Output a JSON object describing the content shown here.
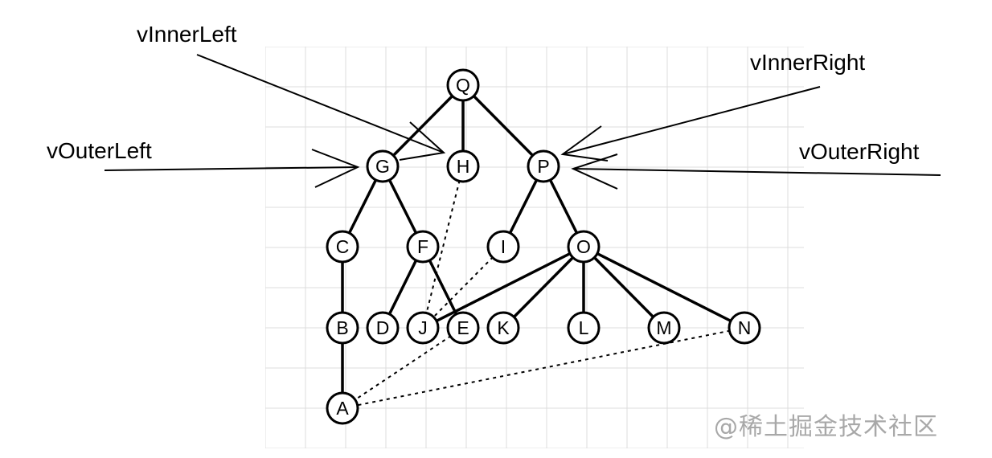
{
  "nodes": [
    {
      "id": "Q",
      "label": "Q"
    },
    {
      "id": "G",
      "label": "G"
    },
    {
      "id": "H",
      "label": "H"
    },
    {
      "id": "P",
      "label": "P"
    },
    {
      "id": "C",
      "label": "C"
    },
    {
      "id": "F",
      "label": "F"
    },
    {
      "id": "I",
      "label": "I"
    },
    {
      "id": "O",
      "label": "O"
    },
    {
      "id": "B",
      "label": "B"
    },
    {
      "id": "D",
      "label": "D"
    },
    {
      "id": "J",
      "label": "J"
    },
    {
      "id": "E",
      "label": "E"
    },
    {
      "id": "K",
      "label": "K"
    },
    {
      "id": "L",
      "label": "L"
    },
    {
      "id": "M",
      "label": "M"
    },
    {
      "id": "N",
      "label": "N"
    },
    {
      "id": "A",
      "label": "A"
    }
  ],
  "edges": [
    {
      "from": "Q",
      "to": "G"
    },
    {
      "from": "Q",
      "to": "H"
    },
    {
      "from": "Q",
      "to": "P"
    },
    {
      "from": "G",
      "to": "C"
    },
    {
      "from": "G",
      "to": "F"
    },
    {
      "from": "P",
      "to": "I"
    },
    {
      "from": "P",
      "to": "O"
    },
    {
      "from": "C",
      "to": "B"
    },
    {
      "from": "B",
      "to": "A"
    },
    {
      "from": "F",
      "to": "D"
    },
    {
      "from": "F",
      "to": "E"
    },
    {
      "from": "O",
      "to": "J"
    },
    {
      "from": "O",
      "to": "K"
    },
    {
      "from": "O",
      "to": "L"
    },
    {
      "from": "O",
      "to": "M"
    },
    {
      "from": "O",
      "to": "N"
    }
  ],
  "dashed_edges": [
    {
      "from": "H",
      "to": "J"
    },
    {
      "from": "I",
      "to": "J"
    },
    {
      "from": "E",
      "to": "A"
    },
    {
      "from": "N",
      "to": "A"
    }
  ],
  "annotations": [
    {
      "id": "vInnerLeft",
      "text": "vInnerLeft",
      "target": "H"
    },
    {
      "id": "vOuterLeft",
      "text": "vOuterLeft",
      "target": "G"
    },
    {
      "id": "vInnerRight",
      "text": "vInnerRight",
      "target": "P"
    },
    {
      "id": "vOuterRight",
      "text": "vOuterRight",
      "target": "P"
    }
  ],
  "watermark": "@稀土掘金技术社区",
  "colors": {
    "line": "#000000",
    "grid": "#dcdcdc",
    "node_fill": "#ffffff",
    "watermark": "#a8a8a8"
  }
}
